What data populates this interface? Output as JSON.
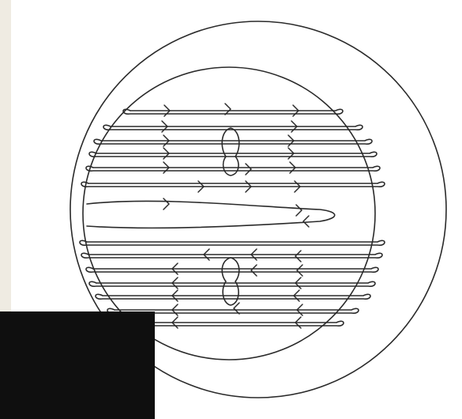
{
  "colors": {
    "background": "#ffffff",
    "strip": "#efebe2",
    "patch": "#0f0f0f",
    "line": "#2a2a2a"
  },
  "figure": {
    "description_elements": [
      "outer-circle",
      "inner-circle",
      "field-lines",
      "flow-arrows",
      "upper-loop",
      "lower-loop"
    ]
  }
}
